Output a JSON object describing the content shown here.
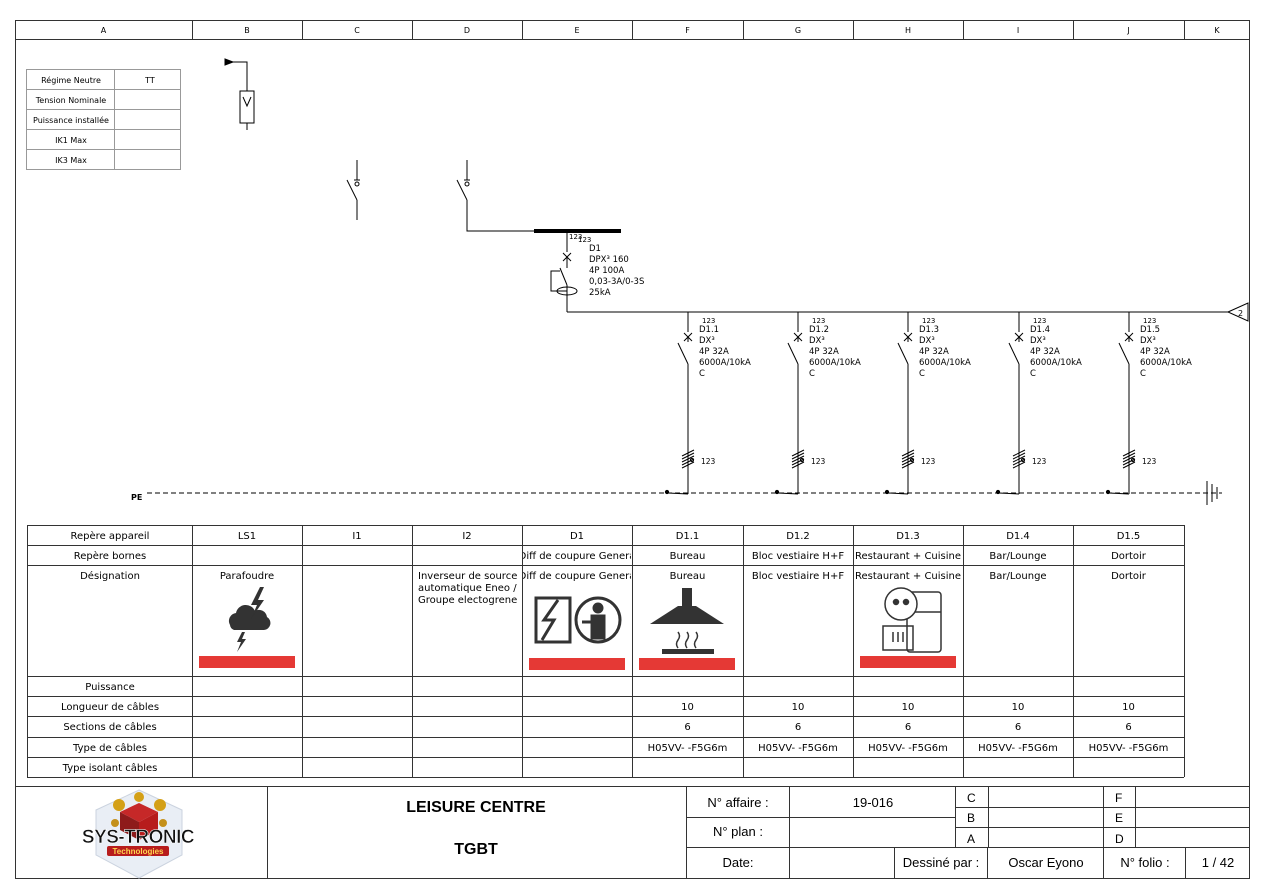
{
  "columns": [
    "A",
    "B",
    "C",
    "D",
    "E",
    "F",
    "G",
    "H",
    "I",
    "J",
    "K"
  ],
  "info_table": [
    {
      "label": "Régime Neutre",
      "value": "TT"
    },
    {
      "label": "Tension Nominale",
      "value": ""
    },
    {
      "label": "Puissance installée",
      "value": ""
    },
    {
      "label": "IK1 Max",
      "value": ""
    },
    {
      "label": "IK3 Max",
      "value": ""
    }
  ],
  "main_breaker": {
    "terminals_a": "123",
    "terminals_b": "123",
    "lines": [
      "D1",
      "DPX³ 160",
      "4P 100A",
      "0,03-3A/0-3S",
      "25kA"
    ]
  },
  "continuation_ref": "2",
  "pe_label": "PE",
  "circuits": [
    {
      "terminals": "123",
      "lines": [
        "D1.1",
        "DX³",
        "4P 32A",
        "6000A/10kA",
        "C"
      ],
      "cable_terminals": "123"
    },
    {
      "terminals": "123",
      "lines": [
        "D1.2",
        "DX³",
        "4P 32A",
        "6000A/10kA",
        "C"
      ],
      "cable_terminals": "123"
    },
    {
      "terminals": "123",
      "lines": [
        "D1.3",
        "DX³",
        "4P 32A",
        "6000A/10kA",
        "C"
      ],
      "cable_terminals": "123"
    },
    {
      "terminals": "123",
      "lines": [
        "D1.4",
        "DX³",
        "4P 32A",
        "6000A/10kA",
        "C"
      ],
      "cable_terminals": "123"
    },
    {
      "terminals": "123",
      "lines": [
        "D1.5",
        "DX³",
        "4P 32A",
        "6000A/10kA",
        "C"
      ],
      "cable_terminals": "123"
    }
  ],
  "table": {
    "row_labels": [
      "Repère appareil",
      "Repère bornes",
      "Désignation",
      "Puissance",
      "Longueur de câbles",
      "Sections de câbles",
      "Type de câbles",
      "Type isolant câbles"
    ],
    "cols": [
      {
        "repere": "LS1",
        "bornes": "",
        "designation": [
          "Parafoudre"
        ],
        "icon": "lightning-cloud-icon",
        "puissance": "",
        "longueur": "",
        "section": "",
        "type": "",
        "isolant": ""
      },
      {
        "repere": "I1",
        "bornes": "",
        "designation": [],
        "icon": "",
        "puissance": "",
        "longueur": "",
        "section": "",
        "type": "",
        "isolant": ""
      },
      {
        "repere": "I2",
        "bornes": "",
        "designation": [
          "Inverseur de source",
          "automatique  Eneo /",
          "Groupe electogrene"
        ],
        "icon": "",
        "puissance": "",
        "longueur": "",
        "section": "",
        "type": "",
        "isolant": ""
      },
      {
        "repere": "D1",
        "bornes": "Diff de coupure Genera",
        "designation": [
          "Diff de coupure Genera"
        ],
        "icon": "electrical-hazard-person-icon",
        "puissance": "",
        "longueur": "",
        "section": "",
        "type": "",
        "isolant": ""
      },
      {
        "repere": "D1.1",
        "bornes": "Bureau",
        "designation": [
          "Bureau"
        ],
        "icon": "range-hood-icon",
        "puissance": "",
        "longueur": "10",
        "section": "6",
        "type": "H05VV- -F5G6m",
        "isolant": ""
      },
      {
        "repere": "D1.2",
        "bornes": "Bloc vestiaire H+F",
        "designation": [
          "Bloc vestiaire H+F"
        ],
        "icon": "",
        "puissance": "",
        "longueur": "10",
        "section": "6",
        "type": "H05VV- -F5G6m",
        "isolant": ""
      },
      {
        "repere": "D1.3",
        "bornes": "Restaurant + Cuisine",
        "designation": [
          "Restaurant + Cuisine"
        ],
        "icon": "socket-oven-fridge-icon",
        "puissance": "",
        "longueur": "10",
        "section": "6",
        "type": "H05VV- -F5G6m",
        "isolant": ""
      },
      {
        "repere": "D1.4",
        "bornes": "Bar/Lounge",
        "designation": [
          "Bar/Lounge"
        ],
        "icon": "",
        "puissance": "",
        "longueur": "10",
        "section": "6",
        "type": "H05VV- -F5G6m",
        "isolant": ""
      },
      {
        "repere": "D1.5",
        "bornes": "Dortoir",
        "designation": [
          "Dortoir"
        ],
        "icon": "",
        "puissance": "",
        "longueur": "10",
        "section": "6",
        "type": "H05VV- -F5G6m",
        "isolant": ""
      }
    ]
  },
  "title_block": {
    "logo_text": "SYS-TRONIC",
    "logo_sub": "Technologies",
    "title": "LEISURE CENTRE",
    "subtitle": "TGBT",
    "affaire_label": "N° affaire :",
    "affaire_value": "19-016",
    "plan_label": "N° plan :",
    "plan_value": "",
    "date_label": "Date:",
    "date_value": "",
    "dessine_label": "Dessiné par :",
    "dessine_value": "Oscar Eyono",
    "folio_label": "N° folio :",
    "folio_value": "1 / 42",
    "revisions_left": [
      "C",
      "B",
      "A"
    ],
    "revisions_right": [
      "F",
      "E",
      "D"
    ]
  },
  "colors": {
    "accent_red": "#e53935",
    "line": "#000000",
    "grid": "#444444"
  }
}
